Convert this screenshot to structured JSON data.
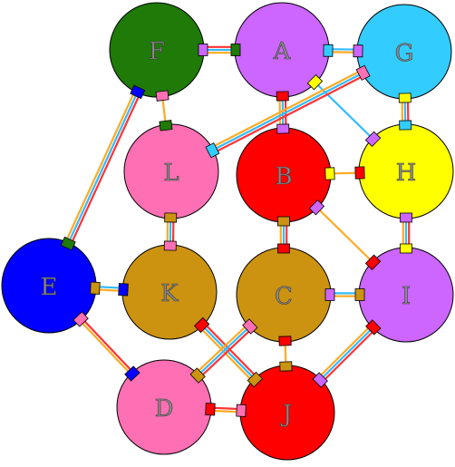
{
  "nodes": [
    {
      "id": "F",
      "label": "F",
      "color": "#1f7a08"
    },
    {
      "id": "A",
      "label": "A",
      "color": "#cc66ff"
    },
    {
      "id": "G",
      "label": "G",
      "color": "#33ccff"
    },
    {
      "id": "L",
      "label": "L",
      "color": "#ff6fb4"
    },
    {
      "id": "B",
      "label": "B",
      "color": "#ff0000"
    },
    {
      "id": "H",
      "label": "H",
      "color": "#ffff00"
    },
    {
      "id": "E",
      "label": "E",
      "color": "#0000ff"
    },
    {
      "id": "K",
      "label": "K",
      "color": "#cc9311"
    },
    {
      "id": "C",
      "label": "C",
      "color": "#cc9311"
    },
    {
      "id": "I",
      "label": "I",
      "color": "#cc66ff"
    },
    {
      "id": "D",
      "label": "D",
      "color": "#ff6fb4"
    },
    {
      "id": "J",
      "label": "J",
      "color": "#ff0000"
    }
  ],
  "edges": [
    {
      "from": "F",
      "to": "A",
      "colors": [
        "#ff3333",
        "#33bbff",
        "#ffaa22"
      ]
    },
    {
      "from": "F",
      "to": "L",
      "colors": [
        "#ffaa22"
      ]
    },
    {
      "from": "F",
      "to": "E",
      "colors": [
        "#ff3333",
        "#33bbff",
        "#ffaa22"
      ]
    },
    {
      "from": "A",
      "to": "G",
      "colors": [
        "#33bbff",
        "#ffaa22"
      ]
    },
    {
      "from": "A",
      "to": "B",
      "colors": [
        "#ff3333",
        "#33bbff",
        "#ffaa22"
      ]
    },
    {
      "from": "A",
      "to": "H",
      "colors": [
        "#33bbff"
      ]
    },
    {
      "from": "G",
      "to": "L",
      "colors": [
        "#ff3333",
        "#33bbff",
        "#ffaa22"
      ]
    },
    {
      "from": "G",
      "to": "H",
      "colors": [
        "#ff3333",
        "#33bbff",
        "#ffaa22"
      ]
    },
    {
      "from": "B",
      "to": "H",
      "colors": [
        "#ffaa22"
      ]
    },
    {
      "from": "B",
      "to": "C",
      "colors": [
        "#ff3333",
        "#33bbff",
        "#ffaa22"
      ]
    },
    {
      "from": "B",
      "to": "I",
      "colors": [
        "#ffaa22"
      ]
    },
    {
      "from": "L",
      "to": "K",
      "colors": [
        "#ff3333",
        "#33bbff",
        "#ffaa22"
      ]
    },
    {
      "from": "H",
      "to": "I",
      "colors": [
        "#ff3333",
        "#33bbff",
        "#ffaa22"
      ]
    },
    {
      "from": "E",
      "to": "K",
      "colors": [
        "#33bbff",
        "#ffaa22"
      ]
    },
    {
      "from": "E",
      "to": "D",
      "colors": [
        "#ff3333",
        "#ffaa22"
      ]
    },
    {
      "from": "K",
      "to": "J",
      "colors": [
        "#ff3333",
        "#33bbff",
        "#ffaa22"
      ]
    },
    {
      "from": "C",
      "to": "I",
      "colors": [
        "#33bbff",
        "#ffaa22"
      ]
    },
    {
      "from": "C",
      "to": "D",
      "colors": [
        "#ff3333",
        "#33bbff",
        "#ffaa22"
      ]
    },
    {
      "from": "C",
      "to": "J",
      "colors": [
        "#ffaa22"
      ]
    },
    {
      "from": "I",
      "to": "J",
      "colors": [
        "#ff3333",
        "#33bbff",
        "#ffaa22"
      ]
    },
    {
      "from": "D",
      "to": "J",
      "colors": [
        "#ff3333",
        "#ffaa22"
      ]
    }
  ]
}
